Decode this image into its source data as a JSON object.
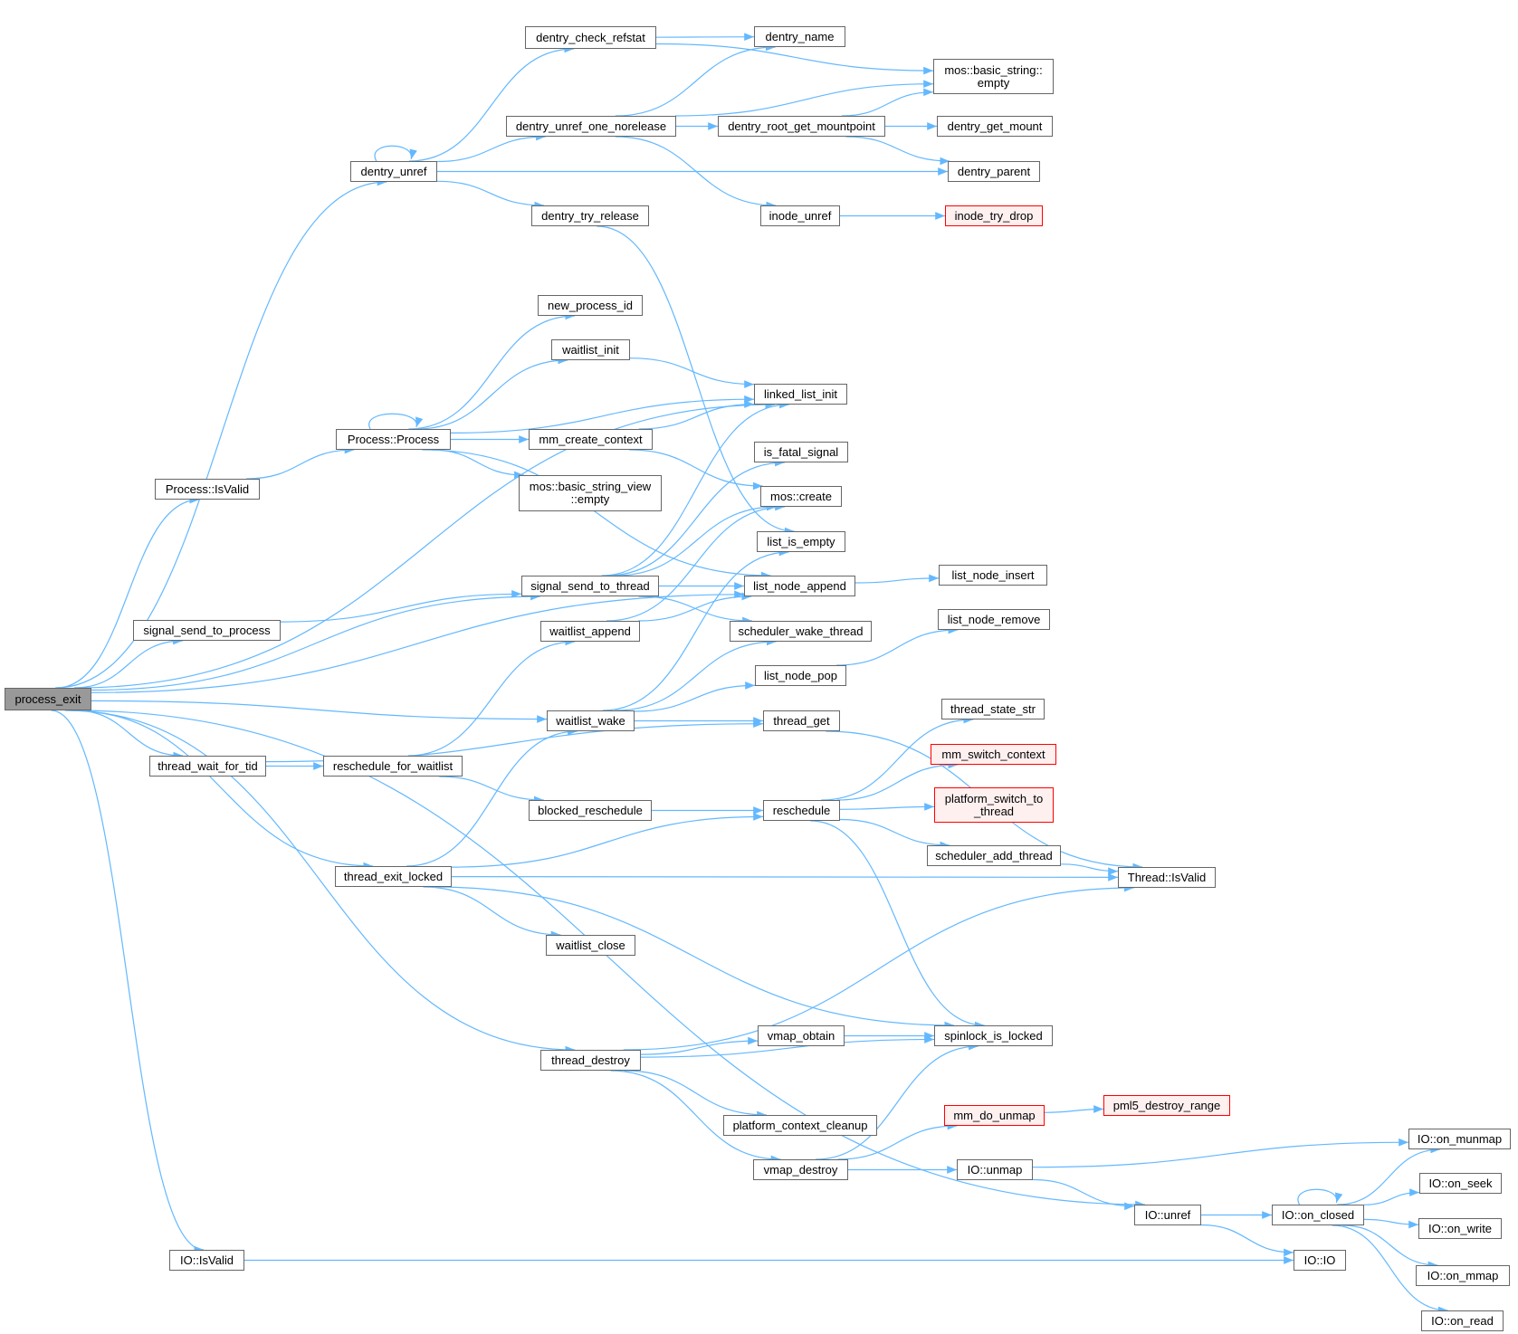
{
  "title": "process_exit call graph",
  "colors": {
    "edge": "#63b8ff",
    "node_border": "#666666",
    "root_fill": "#999999",
    "external_fill": "#fff0f0",
    "external_border": "#ff0000"
  },
  "nodes": [
    {
      "id": "process_exit",
      "label": "process_exit",
      "kind": "root"
    },
    {
      "id": "dentry_unref",
      "label": "dentry_unref"
    },
    {
      "id": "Process_IsValid",
      "label": "Process::IsValid"
    },
    {
      "id": "signal_send_to_process",
      "label": "signal_send_to_process"
    },
    {
      "id": "thread_wait_for_tid",
      "label": "thread_wait_for_tid"
    },
    {
      "id": "IO_IsValid",
      "label": "IO::IsValid"
    },
    {
      "id": "Process_Process",
      "label": "Process::Process"
    },
    {
      "id": "reschedule_for_waitlist",
      "label": "reschedule_for_waitlist"
    },
    {
      "id": "thread_exit_locked",
      "label": "thread_exit_locked"
    },
    {
      "id": "dentry_check_refstat",
      "label": "dentry_check_refstat"
    },
    {
      "id": "dentry_unref_one_norelease",
      "label": "dentry_unref_one_norelease"
    },
    {
      "id": "dentry_try_release",
      "label": "dentry_try_release"
    },
    {
      "id": "new_process_id",
      "label": "new_process_id"
    },
    {
      "id": "waitlist_init",
      "label": "waitlist_init"
    },
    {
      "id": "mm_create_context",
      "label": "mm_create_context"
    },
    {
      "id": "basic_string_view_empty",
      "label": "mos::basic_string_view\n::empty"
    },
    {
      "id": "signal_send_to_thread",
      "label": "signal_send_to_thread"
    },
    {
      "id": "waitlist_append",
      "label": "waitlist_append"
    },
    {
      "id": "waitlist_wake",
      "label": "waitlist_wake"
    },
    {
      "id": "blocked_reschedule",
      "label": "blocked_reschedule"
    },
    {
      "id": "waitlist_close",
      "label": "waitlist_close"
    },
    {
      "id": "thread_destroy",
      "label": "thread_destroy"
    },
    {
      "id": "dentry_name",
      "label": "dentry_name"
    },
    {
      "id": "dentry_root_get_mountpoint",
      "label": "dentry_root_get_mountpoint"
    },
    {
      "id": "inode_unref",
      "label": "inode_unref"
    },
    {
      "id": "linked_list_init",
      "label": "linked_list_init"
    },
    {
      "id": "is_fatal_signal",
      "label": "is_fatal_signal"
    },
    {
      "id": "mos_create",
      "label": "mos::create"
    },
    {
      "id": "list_is_empty",
      "label": "list_is_empty"
    },
    {
      "id": "list_node_append",
      "label": "list_node_append"
    },
    {
      "id": "scheduler_wake_thread",
      "label": "scheduler_wake_thread"
    },
    {
      "id": "list_node_pop",
      "label": "list_node_pop"
    },
    {
      "id": "thread_get",
      "label": "thread_get"
    },
    {
      "id": "reschedule",
      "label": "reschedule"
    },
    {
      "id": "vmap_obtain",
      "label": "vmap_obtain"
    },
    {
      "id": "platform_context_cleanup",
      "label": "platform_context_cleanup"
    },
    {
      "id": "vmap_destroy",
      "label": "vmap_destroy"
    },
    {
      "id": "basic_string_empty",
      "label": "mos::basic_string::\nempty"
    },
    {
      "id": "dentry_get_mount",
      "label": "dentry_get_mount"
    },
    {
      "id": "dentry_parent",
      "label": "dentry_parent"
    },
    {
      "id": "inode_try_drop",
      "label": "inode_try_drop",
      "kind": "ext"
    },
    {
      "id": "list_node_insert",
      "label": "list_node_insert"
    },
    {
      "id": "list_node_remove",
      "label": "list_node_remove"
    },
    {
      "id": "thread_state_str",
      "label": "thread_state_str"
    },
    {
      "id": "mm_switch_context",
      "label": "mm_switch_context",
      "kind": "ext"
    },
    {
      "id": "platform_switch_to_thread",
      "label": "platform_switch_to\n_thread",
      "kind": "ext"
    },
    {
      "id": "scheduler_add_thread",
      "label": "scheduler_add_thread"
    },
    {
      "id": "spinlock_is_locked",
      "label": "spinlock_is_locked"
    },
    {
      "id": "mm_do_unmap",
      "label": "mm_do_unmap",
      "kind": "ext"
    },
    {
      "id": "IO_unmap",
      "label": "IO::unmap"
    },
    {
      "id": "Thread_IsValid",
      "label": "Thread::IsValid"
    },
    {
      "id": "pml5_destroy_range",
      "label": "pml5_destroy_range",
      "kind": "ext"
    },
    {
      "id": "IO_unref",
      "label": "IO::unref"
    },
    {
      "id": "IO_IO",
      "label": "IO::IO"
    },
    {
      "id": "IO_on_closed",
      "label": "IO::on_closed"
    },
    {
      "id": "IO_on_munmap",
      "label": "IO::on_munmap"
    },
    {
      "id": "IO_on_seek",
      "label": "IO::on_seek"
    },
    {
      "id": "IO_on_write",
      "label": "IO::on_write"
    },
    {
      "id": "IO_on_mmap",
      "label": "IO::on_mmap"
    },
    {
      "id": "IO_on_read",
      "label": "IO::on_read"
    }
  ],
  "edges": [
    [
      "process_exit",
      "dentry_unref"
    ],
    [
      "process_exit",
      "linked_list_init"
    ],
    [
      "process_exit",
      "Process_IsValid"
    ],
    [
      "process_exit",
      "signal_send_to_thread"
    ],
    [
      "process_exit",
      "signal_send_to_process"
    ],
    [
      "process_exit",
      "list_node_append"
    ],
    [
      "process_exit",
      "waitlist_wake"
    ],
    [
      "process_exit",
      "thread_wait_for_tid"
    ],
    [
      "process_exit",
      "thread_exit_locked"
    ],
    [
      "process_exit",
      "thread_destroy"
    ],
    [
      "process_exit",
      "IO_unref"
    ],
    [
      "process_exit",
      "IO_IsValid"
    ],
    [
      "dentry_unref",
      "dentry_unref"
    ],
    [
      "dentry_unref",
      "dentry_check_refstat"
    ],
    [
      "dentry_unref",
      "dentry_unref_one_norelease"
    ],
    [
      "dentry_unref",
      "dentry_parent"
    ],
    [
      "dentry_unref",
      "dentry_try_release"
    ],
    [
      "dentry_check_refstat",
      "dentry_name"
    ],
    [
      "dentry_check_refstat",
      "basic_string_empty"
    ],
    [
      "dentry_unref_one_norelease",
      "dentry_name"
    ],
    [
      "dentry_unref_one_norelease",
      "basic_string_empty"
    ],
    [
      "dentry_unref_one_norelease",
      "dentry_root_get_mountpoint"
    ],
    [
      "dentry_unref_one_norelease",
      "inode_unref"
    ],
    [
      "dentry_root_get_mountpoint",
      "basic_string_empty"
    ],
    [
      "dentry_root_get_mountpoint",
      "dentry_get_mount"
    ],
    [
      "dentry_root_get_mountpoint",
      "dentry_parent"
    ],
    [
      "inode_unref",
      "inode_try_drop"
    ],
    [
      "dentry_try_release",
      "list_is_empty"
    ],
    [
      "Process_IsValid",
      "Process_Process"
    ],
    [
      "Process_Process",
      "Process_Process"
    ],
    [
      "Process_Process",
      "new_process_id"
    ],
    [
      "Process_Process",
      "waitlist_init"
    ],
    [
      "Process_Process",
      "linked_list_init"
    ],
    [
      "Process_Process",
      "mm_create_context"
    ],
    [
      "Process_Process",
      "basic_string_view_empty"
    ],
    [
      "Process_Process",
      "list_node_append"
    ],
    [
      "waitlist_init",
      "linked_list_init"
    ],
    [
      "mm_create_context",
      "linked_list_init"
    ],
    [
      "mm_create_context",
      "mos_create"
    ],
    [
      "signal_send_to_thread",
      "linked_list_init"
    ],
    [
      "signal_send_to_thread",
      "is_fatal_signal"
    ],
    [
      "signal_send_to_thread",
      "mos_create"
    ],
    [
      "signal_send_to_thread",
      "list_node_append"
    ],
    [
      "signal_send_to_thread",
      "scheduler_wake_thread"
    ],
    [
      "signal_send_to_process",
      "signal_send_to_thread"
    ],
    [
      "waitlist_append",
      "mos_create"
    ],
    [
      "waitlist_append",
      "list_node_append"
    ],
    [
      "waitlist_wake",
      "list_is_empty"
    ],
    [
      "waitlist_wake",
      "scheduler_wake_thread"
    ],
    [
      "waitlist_wake",
      "list_node_pop"
    ],
    [
      "waitlist_wake",
      "thread_get"
    ],
    [
      "list_node_append",
      "list_node_insert"
    ],
    [
      "list_node_pop",
      "list_node_remove"
    ],
    [
      "thread_get",
      "Thread_IsValid"
    ],
    [
      "thread_wait_for_tid",
      "reschedule_for_waitlist"
    ],
    [
      "thread_wait_for_tid",
      "thread_get"
    ],
    [
      "reschedule_for_waitlist",
      "waitlist_append"
    ],
    [
      "reschedule_for_waitlist",
      "blocked_reschedule"
    ],
    [
      "blocked_reschedule",
      "reschedule"
    ],
    [
      "reschedule",
      "thread_state_str"
    ],
    [
      "reschedule",
      "mm_switch_context"
    ],
    [
      "reschedule",
      "platform_switch_to_thread"
    ],
    [
      "reschedule",
      "scheduler_add_thread"
    ],
    [
      "reschedule",
      "spinlock_is_locked"
    ],
    [
      "scheduler_add_thread",
      "Thread_IsValid"
    ],
    [
      "thread_exit_locked",
      "waitlist_wake"
    ],
    [
      "thread_exit_locked",
      "reschedule"
    ],
    [
      "thread_exit_locked",
      "Thread_IsValid"
    ],
    [
      "thread_exit_locked",
      "waitlist_close"
    ],
    [
      "thread_exit_locked",
      "spinlock_is_locked"
    ],
    [
      "thread_destroy",
      "Thread_IsValid"
    ],
    [
      "thread_destroy",
      "vmap_obtain"
    ],
    [
      "thread_destroy",
      "spinlock_is_locked"
    ],
    [
      "thread_destroy",
      "platform_context_cleanup"
    ],
    [
      "thread_destroy",
      "vmap_destroy"
    ],
    [
      "vmap_obtain",
      "spinlock_is_locked"
    ],
    [
      "vmap_destroy",
      "spinlock_is_locked"
    ],
    [
      "vmap_destroy",
      "mm_do_unmap"
    ],
    [
      "vmap_destroy",
      "IO_unmap"
    ],
    [
      "mm_do_unmap",
      "pml5_destroy_range"
    ],
    [
      "IO_unmap",
      "IO_on_munmap"
    ],
    [
      "IO_unmap",
      "IO_unref"
    ],
    [
      "IO_unref",
      "IO_on_closed"
    ],
    [
      "IO_unref",
      "IO_IO"
    ],
    [
      "IO_on_closed",
      "IO_on_closed"
    ],
    [
      "IO_on_closed",
      "IO_on_munmap"
    ],
    [
      "IO_on_closed",
      "IO_on_seek"
    ],
    [
      "IO_on_closed",
      "IO_on_write"
    ],
    [
      "IO_on_closed",
      "IO_on_mmap"
    ],
    [
      "IO_on_closed",
      "IO_on_read"
    ],
    [
      "IO_IsValid",
      "IO_IO"
    ]
  ]
}
